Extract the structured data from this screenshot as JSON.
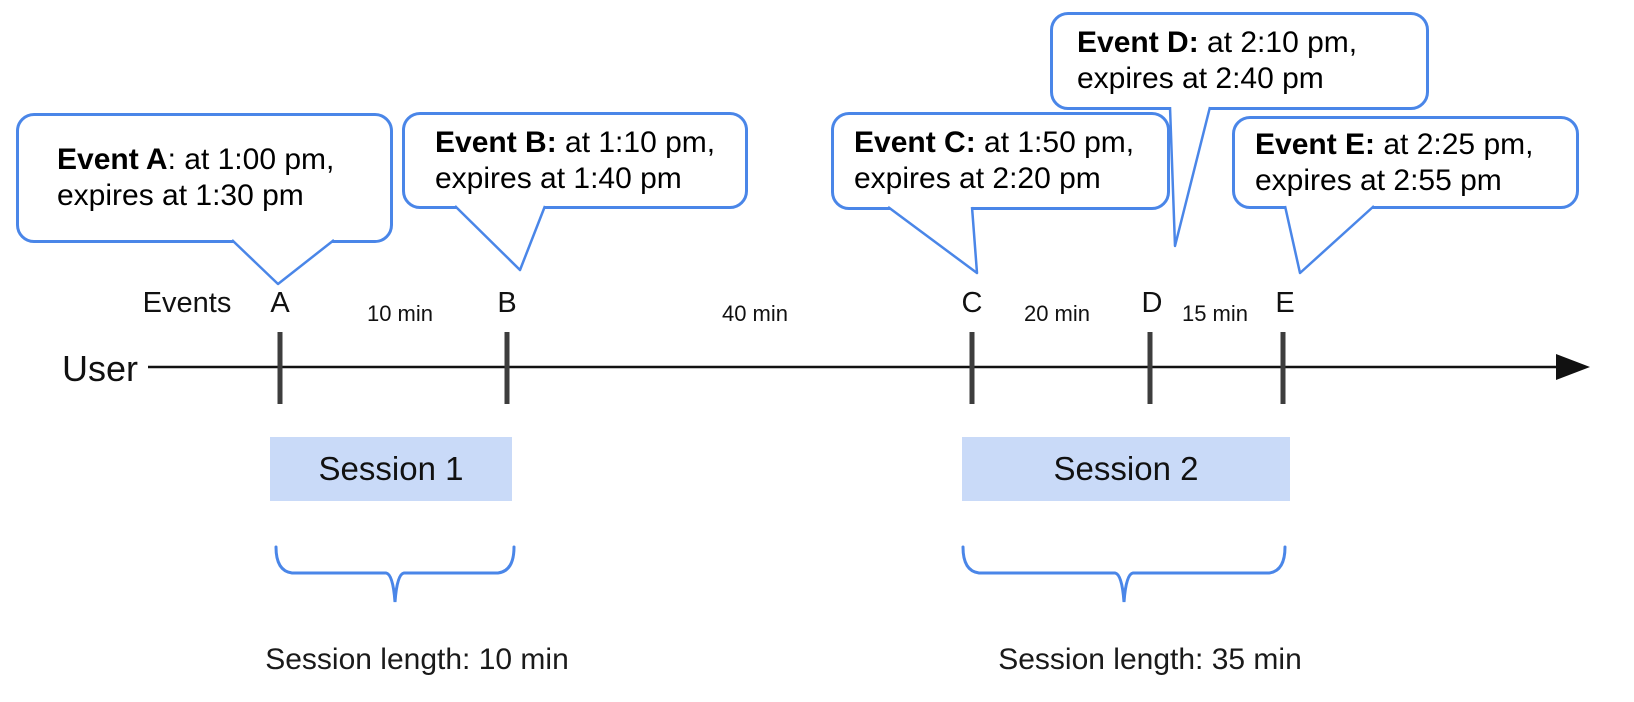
{
  "colors": {
    "accent_blue": "#4a86e8",
    "session_fill": "#c9daf8",
    "tick_gray": "#3d3d3d",
    "axis_black": "#111111"
  },
  "axis": {
    "user_label": "User",
    "events_label": "Events",
    "event_ticks": [
      {
        "label": "A"
      },
      {
        "label": "B"
      },
      {
        "label": "C"
      },
      {
        "label": "D"
      },
      {
        "label": "E"
      }
    ],
    "intervals": [
      {
        "label": "10 min"
      },
      {
        "label": "40 min"
      },
      {
        "label": "20 min"
      },
      {
        "label": "15 min"
      }
    ]
  },
  "callouts": [
    {
      "event": "A",
      "bold": "Event A",
      "rest": ": at 1:00 pm,",
      "line2": "expires at 1:30 pm"
    },
    {
      "event": "B",
      "bold": "Event B:",
      "rest": " at 1:10 pm,",
      "line2": "expires at 1:40 pm"
    },
    {
      "event": "C",
      "bold": "Event C:",
      "rest": " at 1:50 pm,",
      "line2": "expires at 2:20 pm"
    },
    {
      "event": "D",
      "bold": "Event D:",
      "rest": " at 2:10 pm,",
      "line2": "expires at 2:40 pm"
    },
    {
      "event": "E",
      "bold": "Event E:",
      "rest": " at 2:25 pm,",
      "line2": "expires at 2:55 pm"
    }
  ],
  "sessions": [
    {
      "label": "Session 1",
      "length_label": "Session length: 10 min"
    },
    {
      "label": "Session 2",
      "length_label": "Session length: 35 min"
    }
  ]
}
